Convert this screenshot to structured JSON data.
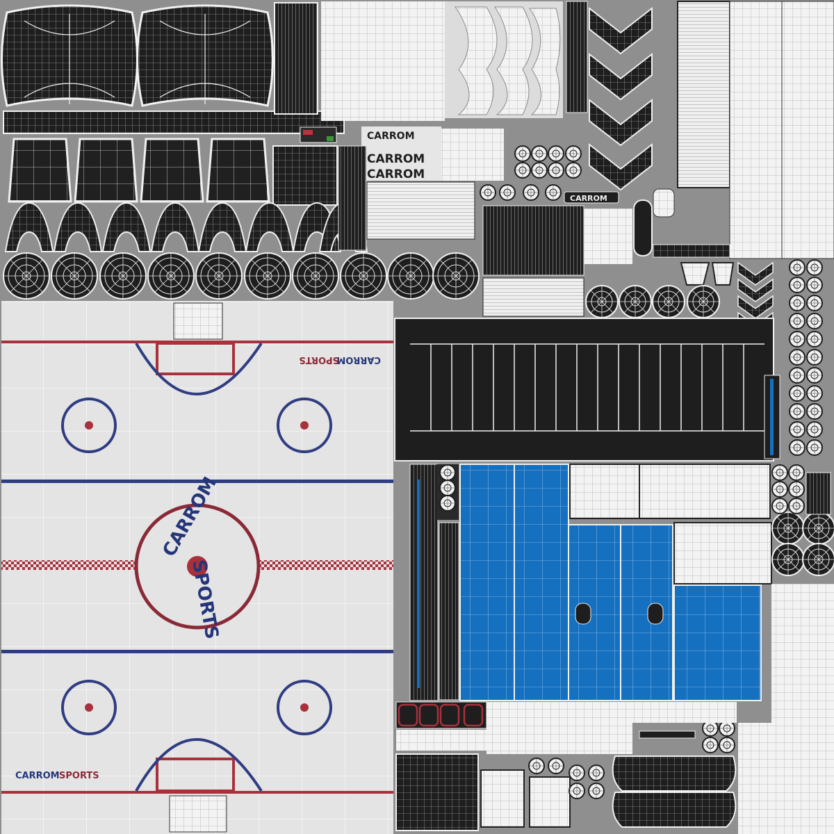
{
  "rink": {
    "logo_top_mirrored": {
      "word1": "CARROM",
      "word2": "SPORTS"
    },
    "logo_bottom": {
      "word1": "CARROM",
      "word2": "SPORTS"
    },
    "center_logo": {
      "top": "CARROM",
      "bottom": "SPORTS"
    }
  },
  "stencils": {
    "label_1": "CARROM",
    "label_2": "CARROM",
    "label_3": "CARROM",
    "label_4": "CARROM"
  },
  "colors": {
    "background": "#8f8f8f",
    "dark_panel": "#1e1e1e",
    "blue_panel": "#1670c0",
    "rink_surface": "#e4e4e4",
    "red_line": "#a8313c",
    "blue_line": "#2f3c82",
    "maroon_text": "#8b2a37",
    "navy_text": "#243679"
  }
}
